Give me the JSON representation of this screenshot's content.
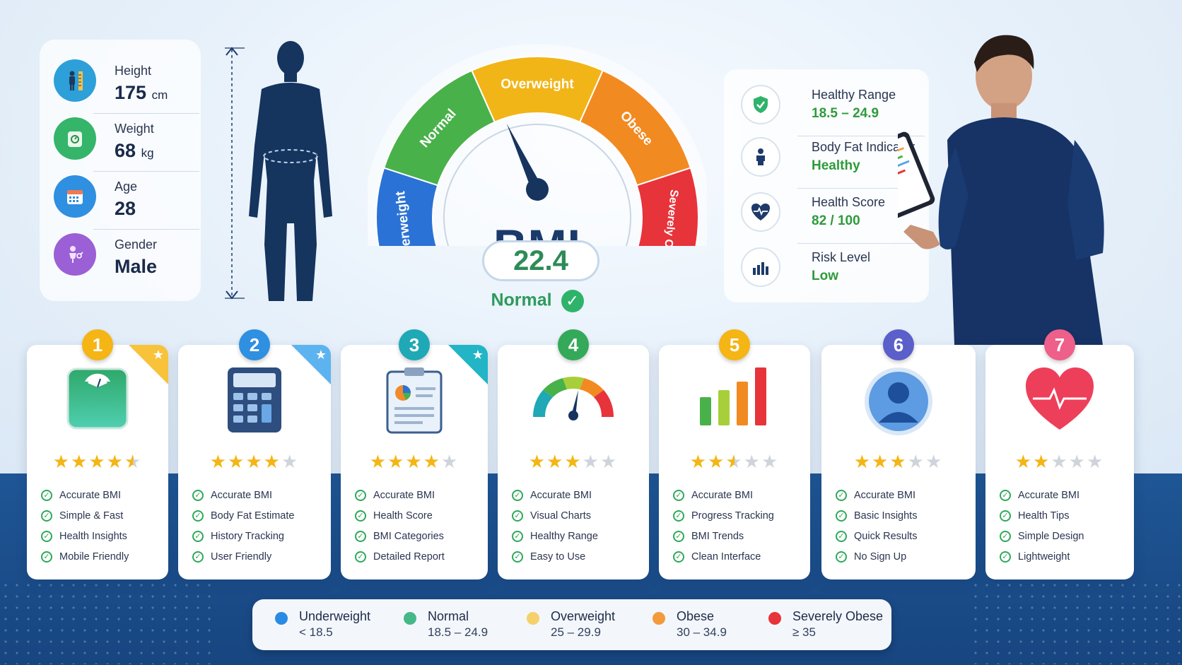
{
  "stats": [
    {
      "label": "Height",
      "value": "175",
      "unit": "cm",
      "icon": "height-icon",
      "color": "#2d9fd9"
    },
    {
      "label": "Weight",
      "value": "68",
      "unit": "kg",
      "icon": "scale-icon",
      "color": "#34b56a"
    },
    {
      "label": "Age",
      "value": "28",
      "unit": "",
      "icon": "calendar-icon",
      "color": "#2f8fe0"
    },
    {
      "label": "Gender",
      "value": "Male",
      "unit": "",
      "icon": "gender-icon",
      "color": "#9b5fd6"
    }
  ],
  "gauge": {
    "title": "BMI",
    "value": "22.4",
    "status": "Normal",
    "segments": [
      {
        "label": "Underweight",
        "color": "#2a72d6"
      },
      {
        "label": "Normal",
        "color": "#49b14a"
      },
      {
        "label": "Overweight",
        "color": "#f2b517"
      },
      {
        "label": "Obese",
        "color": "#f28a22"
      },
      {
        "label": "Severely Obese",
        "color": "#e7333a"
      }
    ]
  },
  "info": [
    {
      "label": "Healthy Range",
      "value": "18.5 – 24.9",
      "icon": "shield-check-icon"
    },
    {
      "label": "Body Fat Indicator",
      "value": "Healthy",
      "icon": "person-icon"
    },
    {
      "label": "Health Score",
      "value": "82 / 100",
      "icon": "heart-pulse-icon"
    },
    {
      "label": "Risk Level",
      "value": "Low",
      "icon": "bar-chart-icon"
    }
  ],
  "cards": [
    {
      "number": "1",
      "color": "#f4b515",
      "rating": 4.5,
      "corner": "#f8c23a",
      "icon": "scale-icon",
      "features": [
        "Accurate BMI",
        "Simple & Fast",
        "Health Insights",
        "Mobile Friendly"
      ]
    },
    {
      "number": "2",
      "color": "#2f8fe0",
      "rating": 4,
      "corner": "#5db3ef",
      "icon": "calculator-icon",
      "features": [
        "Accurate BMI",
        "Body Fat Estimate",
        "History Tracking",
        "User Friendly"
      ]
    },
    {
      "number": "3",
      "color": "#1fa8b5",
      "rating": 4,
      "corner": "#22b5c6",
      "icon": "clipboard-report-icon",
      "features": [
        "Accurate BMI",
        "Health Score",
        "BMI Categories",
        "Detailed Report"
      ]
    },
    {
      "number": "4",
      "color": "#34a95a",
      "rating": 3,
      "corner": "",
      "icon": "gauge-icon",
      "features": [
        "Accurate BMI",
        "Visual Charts",
        "Healthy Range",
        "Easy to Use"
      ]
    },
    {
      "number": "5",
      "color": "#f4b515",
      "rating": 2.5,
      "corner": "",
      "icon": "bar-chart-icon",
      "features": [
        "Accurate BMI",
        "Progress Tracking",
        "BMI Trends",
        "Clean Interface"
      ]
    },
    {
      "number": "6",
      "color": "#5a5fc9",
      "rating": 3,
      "corner": "",
      "icon": "user-icon",
      "features": [
        "Accurate BMI",
        "Basic Insights",
        "Quick Results",
        "No Sign Up"
      ]
    },
    {
      "number": "7",
      "color": "#ee5f8a",
      "rating": 2,
      "corner": "",
      "icon": "heart-icon",
      "features": [
        "Accurate BMI",
        "Health Tips",
        "Simple Design",
        "Lightweight"
      ]
    }
  ],
  "legend": [
    {
      "name": "Underweight",
      "range": "< 18.5",
      "color": "#2a8be4"
    },
    {
      "name": "Normal",
      "range": "18.5 – 24.9",
      "color": "#45b88a"
    },
    {
      "name": "Overweight",
      "range": "25 – 29.9",
      "color": "#f6d06a"
    },
    {
      "name": "Obese",
      "range": "30 – 34.9",
      "color": "#f39a3d"
    },
    {
      "name": "Severely Obese",
      "range": "≥ 35",
      "color": "#e8333b"
    }
  ]
}
